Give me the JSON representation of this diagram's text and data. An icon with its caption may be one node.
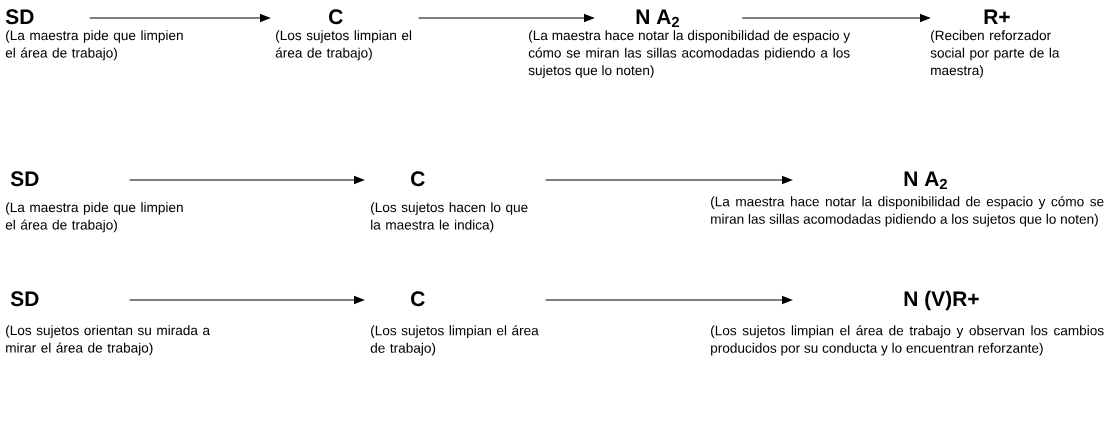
{
  "diagram": {
    "nodes": [
      {
        "text": [
          "SD"
        ],
        "beside": [
          "(La maestra pide que limpien el área de trabajo)"
        ]
      },
      {
        "text": [
          "C"
        ],
        "beside": [
          "(Los sujetos limpian el área de trabajo)"
        ]
      },
      {
        "text": [
          "N  A$_{2}$"
        ],
        "beside": [
          "(La maestra hace notar la disponibilidad de espacio y cómo se miran las sillas acomodadas pidiendo a los sujetos que lo noten)"
        ]
      },
      {
        "text": [
          "R+"
        ],
        "beside": [
          "(Reciben reforzador social por parte de la maestra)"
        ]
      },
      {
        "text": [
          "SD"
        ],
        "beside": [
          "(La maestra pide que limpien el área de trabajo)"
        ]
      },
      {
        "text": [
          "C"
        ],
        "beside": [
          "(Los sujetos hacen lo que la maestra le indica)"
        ]
      },
      {
        "text": [
          "N A$_{2}$"
        ],
        "beside": [
          "(La maestra hace notar la disponibilidad de espacio y cómo se miran las sillas acomodadas pidiendo a los sujetos que lo noten)"
        ]
      },
      {
        "text": [
          "SD"
        ],
        "beside": [
          "(Los sujetos orientan su mirada a mirar el área de trabajo)"
        ]
      },
      {
        "text": [
          "C"
        ],
        "beside": [
          "(Los sujetos limpian el área de trabajo)"
        ]
      },
      {
        "text": [
          "N (V)R+"
        ],
        "beside": [
          "(Los sujetos limpian el área de trabajo y observan los cambios producidos por su conducta y lo encuentran reforzante)"
        ]
      }
    ],
    "edges": [
      {
        "from": 0,
        "to": 1,
        "arrow": "to"
      },
      {
        "from": 1,
        "to": 2,
        "arrow": "to"
      },
      {
        "from": 2,
        "to": 3,
        "arrow": "to"
      },
      {
        "from": 4,
        "to": 5,
        "arrow": "to"
      },
      {
        "from": 5,
        "to": 6,
        "arrow": "to"
      },
      {
        "from": 7,
        "to": 8,
        "arrow": "to"
      },
      {
        "from": 8,
        "to": 9,
        "arrow": "to"
      }
    ]
  }
}
